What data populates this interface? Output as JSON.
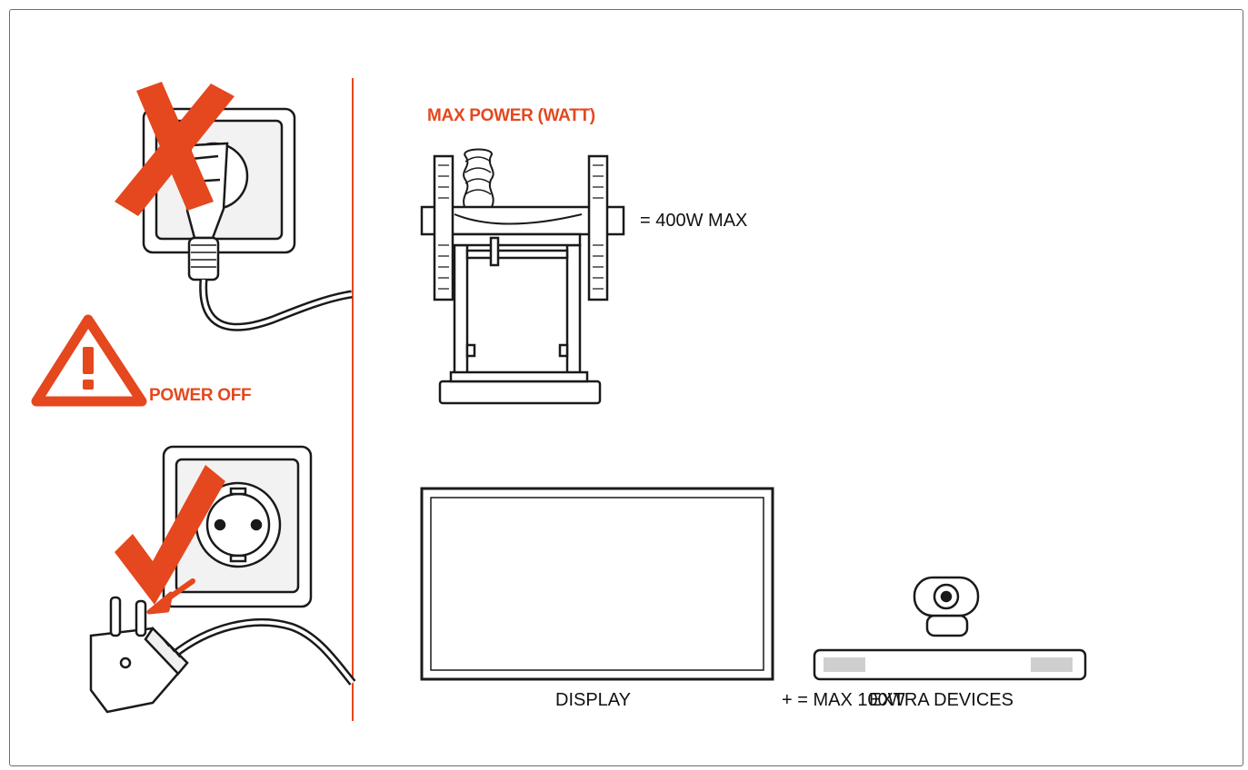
{
  "labels": {
    "power_off": "POWER OFF",
    "max_power": "MAX POWER (WATT)",
    "max_400": "= 400W MAX",
    "display": "DISPLAY",
    "extra_devices_a": "+ = MAX 100W",
    "extra_devices_b": "EXTRA DEVICES"
  },
  "colors": {
    "accent": "#e5471e",
    "line": "#1a1a1a"
  },
  "icons": [
    "cross-icon",
    "warning-icon",
    "checkmark-icon",
    "arrow-icon",
    "plug-icon",
    "socket-icon",
    "webcam-icon",
    "soundbar-icon"
  ]
}
